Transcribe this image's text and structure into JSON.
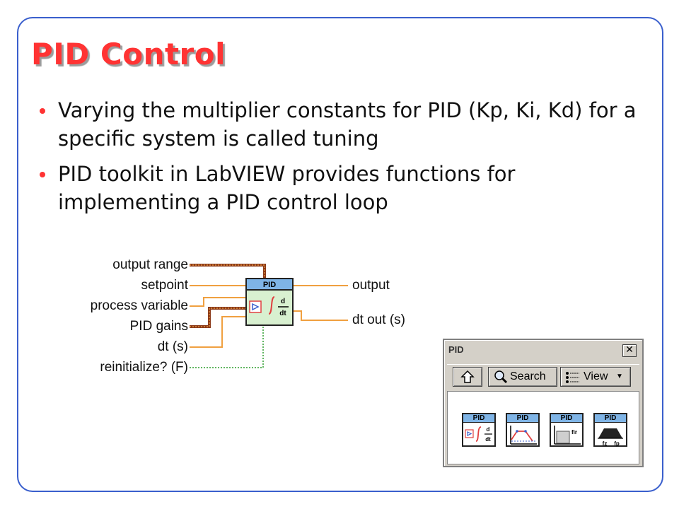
{
  "slide": {
    "title": "PID Control",
    "bullets": [
      "Varying the multiplier constants for PID (Kp, Ki, Kd) for a specific system is called tuning",
      "PID toolkit in LabVIEW provides functions for implementing a PID control loop"
    ]
  },
  "diagram": {
    "block_label": "PID",
    "inputs": [
      "output range",
      "setpoint",
      "process variable",
      "PID gains",
      "dt (s)",
      "reinitialize? (F)"
    ],
    "outputs": [
      "output",
      "dt out (s)"
    ],
    "colors": {
      "wire_orange": "#f0a040",
      "wire_cluster": "#8b3a1a",
      "wire_bool": "#2e9e2e",
      "block_header": "#7fb4e6",
      "block_body": "#d8f0d0"
    }
  },
  "palette": {
    "title": "PID",
    "close_icon": "close-icon",
    "up_icon": "up-arrow-icon",
    "search_label": "Search",
    "view_label": "View",
    "tiles": [
      {
        "label": "PID",
        "icon": "pid-integral-derivative-icon"
      },
      {
        "label": "PID",
        "icon": "pid-setpoint-profile-icon"
      },
      {
        "label": "PID",
        "icon": "pid-fir-filter-icon"
      },
      {
        "label": "PID",
        "icon": "pid-bandpass-icon"
      }
    ]
  },
  "colors": {
    "title": "#ff3333",
    "bullet": "#ff3333",
    "frame": "#3a5fcd"
  }
}
